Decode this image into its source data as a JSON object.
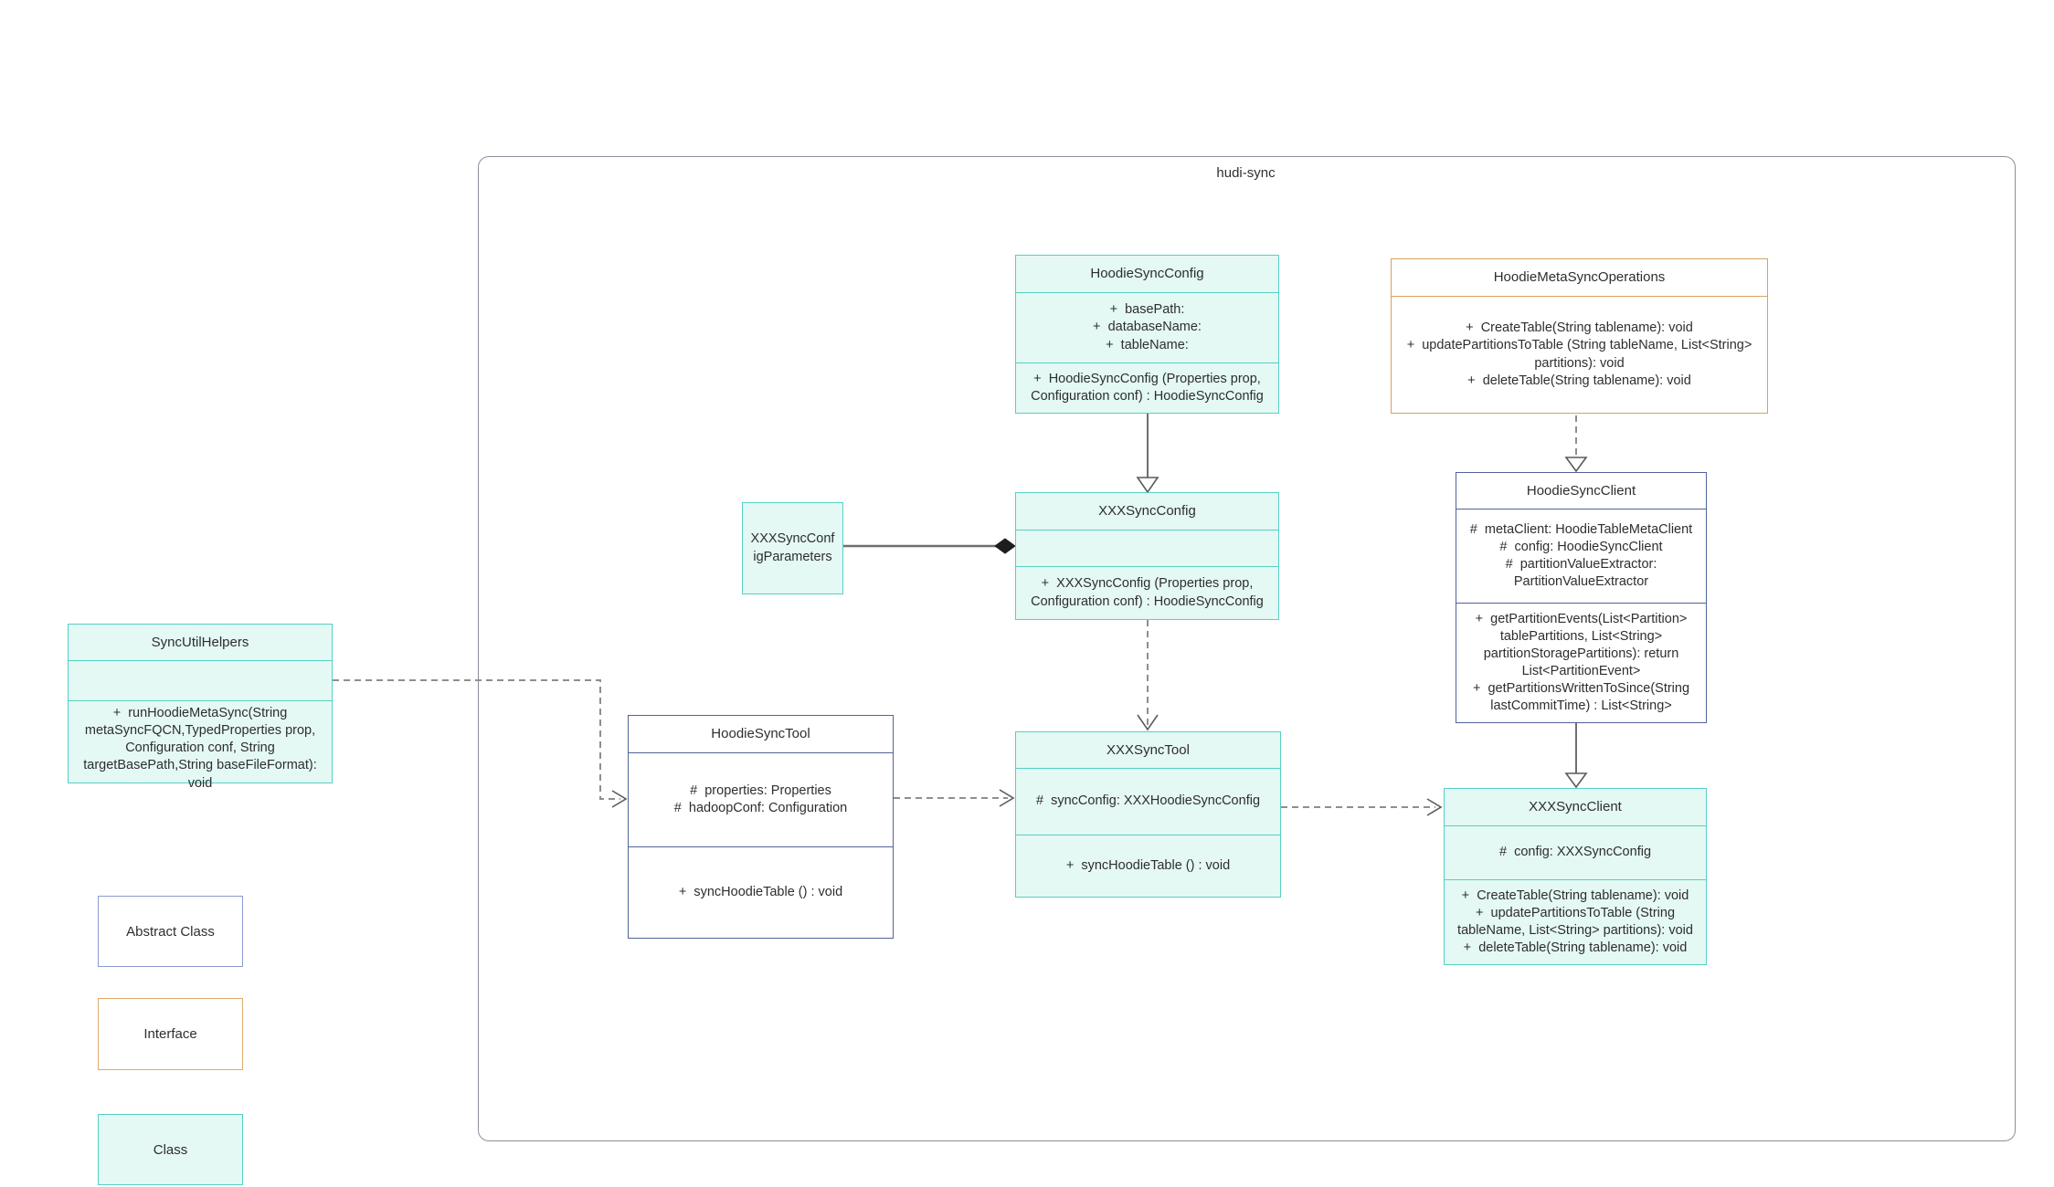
{
  "diagram": {
    "container_label": "hudi-sync"
  },
  "classes": {
    "syncUtilHelpers": {
      "title": "SyncUtilHelpers",
      "methods": [
        "+  runHoodieMetaSync(String metaSyncFQCN,TypedProperties prop, Configuration conf, String targetBasePath,String baseFileFormat): void"
      ]
    },
    "hoodieSyncConfig": {
      "title": "HoodieSyncConfig",
      "attributes": [
        "+  basePath:",
        "+  databaseName:",
        "+  tableName:"
      ],
      "methods": [
        "+  HoodieSyncConfig (Properties prop, Configuration conf) : HoodieSyncConfig"
      ]
    },
    "hoodieMetaSyncOperations": {
      "title": "HoodieMetaSyncOperations",
      "methods": [
        "+  CreateTable(String tablename): void",
        "+  updatePartitionsToTable (String tableName, List<String> partitions): void",
        "+  deleteTable(String tablename): void"
      ]
    },
    "xxxSyncConfigParameters": {
      "title": "XXXSyncConfigParameters"
    },
    "xxxSyncConfig": {
      "title": "XXXSyncConfig",
      "methods": [
        "+  XXXSyncConfig (Properties prop, Configuration conf) : HoodieSyncConfig"
      ]
    },
    "hoodieSyncTool": {
      "title": "HoodieSyncTool",
      "attributes": [
        "#  properties: Properties",
        "#  hadoopConf: Configuration"
      ],
      "methods": [
        "+  syncHoodieTable () : void"
      ]
    },
    "xxxSyncTool": {
      "title": "XXXSyncTool",
      "attributes": [
        "#  syncConfig: XXXHoodieSyncConfig"
      ],
      "methods": [
        "+  syncHoodieTable () : void"
      ]
    },
    "hoodieSyncClient": {
      "title": "HoodieSyncClient",
      "attributes": [
        "#  metaClient: HoodieTableMetaClient",
        "#  config: HoodieSyncClient",
        "#  partitionValueExtractor: PartitionValueExtractor"
      ],
      "methods": [
        "+  getPartitionEvents(List<Partition> tablePartitions, List<String> partitionStoragePartitions): return List<PartitionEvent>",
        "+  getPartitionsWrittenToSince(String lastCommitTime) : List<String>"
      ]
    },
    "xxxSyncClient": {
      "title": "XXXSyncClient",
      "attributes": [
        "#  config: XXXSyncConfig"
      ],
      "methods": [
        "+  CreateTable(String tablename): void",
        "+  updatePartitionsToTable (String tableName, List<String> partitions): void",
        "+  deleteTable(String tablename): void"
      ]
    }
  },
  "legend": {
    "abstract_label": "Abstract Class",
    "interface_label": "Interface",
    "class_label": "Class"
  },
  "colors": {
    "class_border": "#56d0c2",
    "class_fill": "#e4f8f4",
    "abstract_border": "#51639a",
    "interface_border": "#d7a263",
    "connector_solid": "#6f6f6f",
    "connector_dashed": "#8e8e8e",
    "container_border": "#8a8f99"
  }
}
